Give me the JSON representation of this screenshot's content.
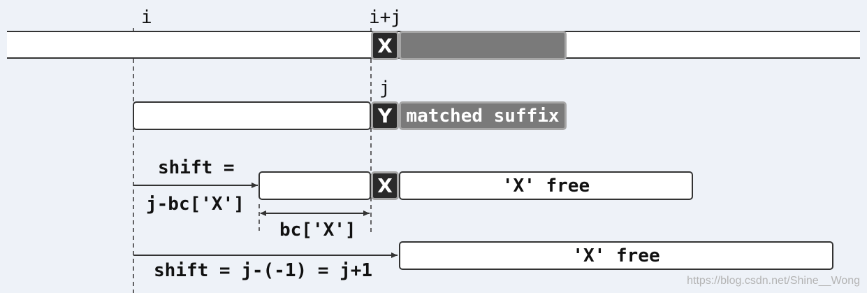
{
  "labels": {
    "i": "i",
    "i_plus_j": "i+j",
    "j": "j",
    "shift_top": "shift =",
    "shift_formula": "j-bc['X']",
    "bc_x": "bc['X']",
    "shift_bottom": "shift = j-(-1) = j+1"
  },
  "boxes": {
    "text_char": "X",
    "pattern_char": "Y",
    "matched_suffix": "matched suffix",
    "shifted_char": "X",
    "x_free_1": "'X' free",
    "x_free_2": "'X' free"
  },
  "watermark": "https://blog.csdn.net/Shine__Wong"
}
